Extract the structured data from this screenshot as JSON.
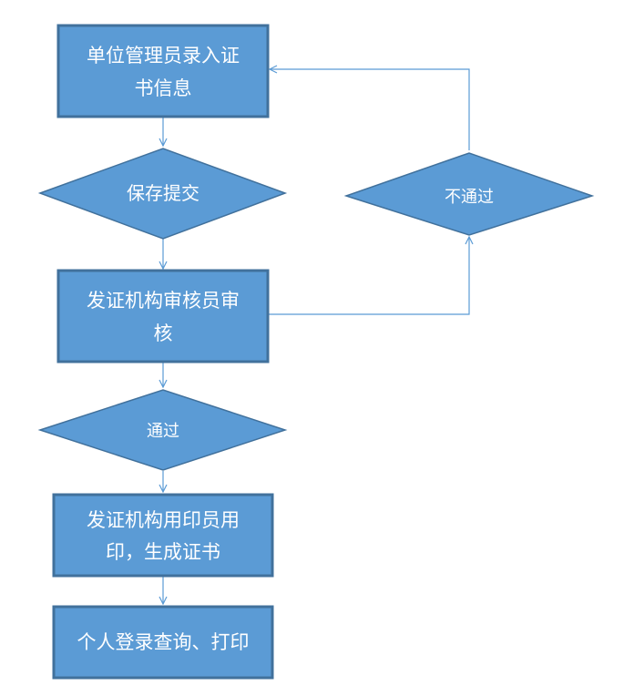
{
  "nodes": {
    "entry": {
      "line1": "单位管理员录入证",
      "line2": "书信息"
    },
    "submit": {
      "label": "保存提交"
    },
    "review": {
      "line1": "发证机构审核员审",
      "line2": "核"
    },
    "approved": {
      "label": "通过"
    },
    "rejected": {
      "label": "不通过"
    },
    "stamp": {
      "line1": "发证机构用印员用",
      "line2": "印，生成证书"
    },
    "query": {
      "label": "个人登录查询、打印"
    }
  },
  "colors": {
    "fill": "#5b9bd5",
    "border": "#41719c",
    "text": "#ffffff"
  }
}
